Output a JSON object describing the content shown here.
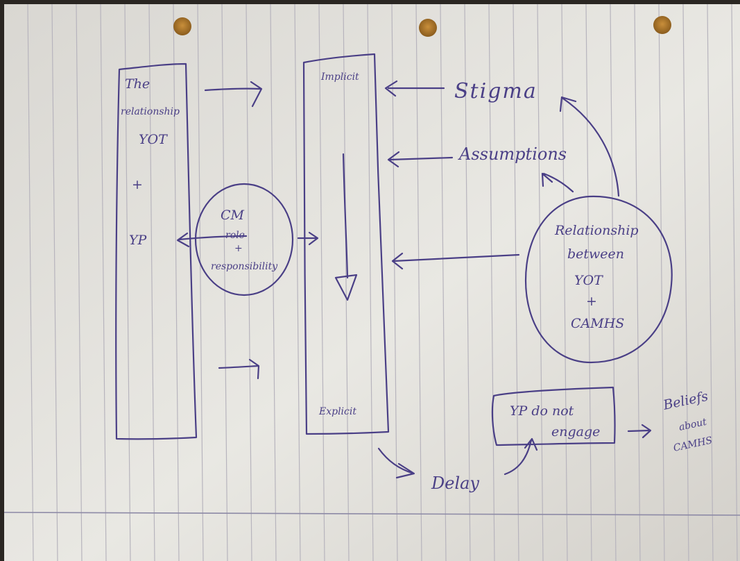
{
  "diagram": {
    "left_box": {
      "lines": [
        "The",
        "relationship",
        "YOT",
        "+",
        "YP"
      ]
    },
    "middle_box": {
      "top_label": "Implicit",
      "bottom_label": "Explicit"
    },
    "circle_small": {
      "lines": [
        "CM",
        "role",
        "+",
        "responsibility"
      ]
    },
    "stigma": "Stigma",
    "assumptions": "Assumptions",
    "circle_large": {
      "lines": [
        "Relationship",
        "between",
        "YOT",
        "+",
        "CAMHS"
      ]
    },
    "engage_box": {
      "lines": [
        "YP do not",
        "engage"
      ]
    },
    "delay": "Delay",
    "beliefs": {
      "lines": [
        "Beliefs",
        "about",
        "CAMHS"
      ]
    },
    "colors": {
      "ink": "#4a3f86",
      "paper": "#e6e4de",
      "rule_lines": "#b7b4bd",
      "punch_holes": "#a8742c"
    }
  }
}
